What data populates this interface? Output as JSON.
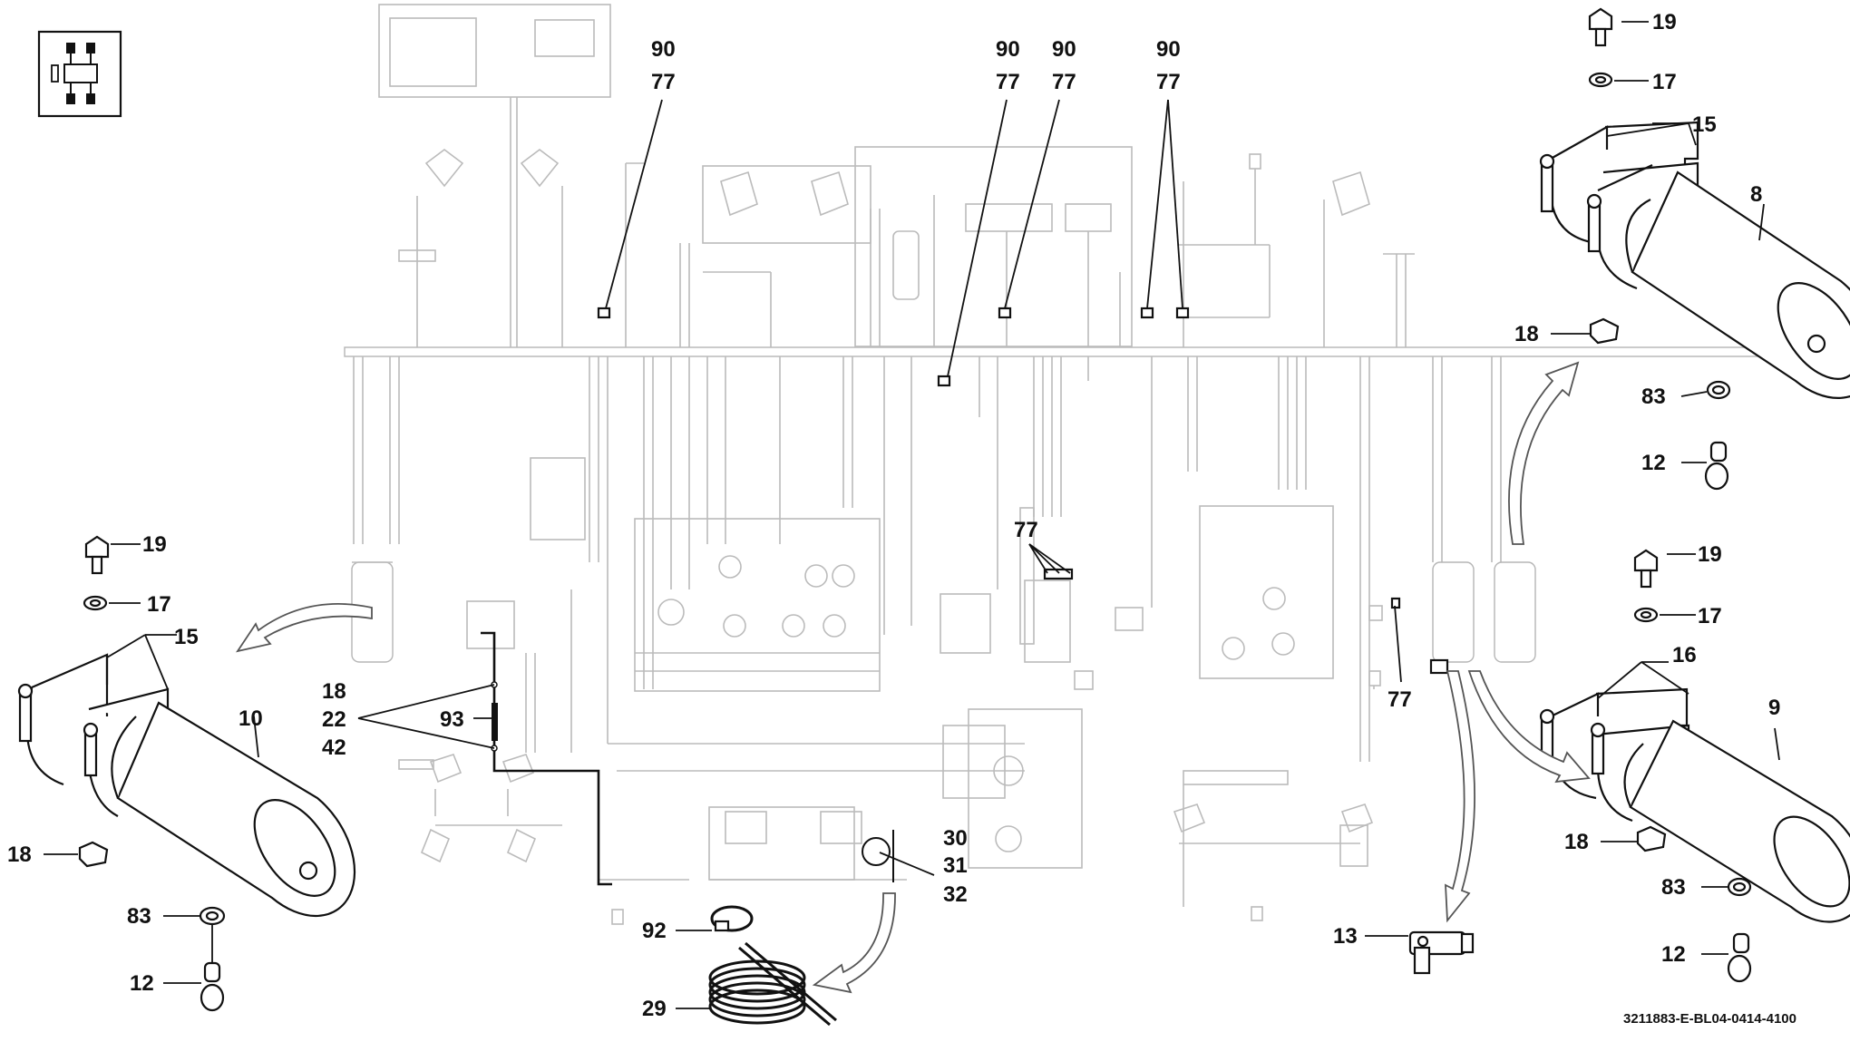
{
  "diagram": {
    "reference_code": "3211883-E-BL04-0414-4100",
    "icon": "axle-layout-icon",
    "callouts": {
      "top": [
        {
          "top": "90",
          "bottom": "77"
        },
        {
          "top": "90",
          "bottom": "77"
        },
        {
          "top": "90",
          "bottom": "77"
        },
        {
          "top": "90",
          "bottom": "77"
        }
      ],
      "right_upper": {
        "bolt": "19",
        "washer": "17",
        "clamp": "15",
        "tank": "8",
        "pad": "18",
        "seal": "83",
        "valve": "12"
      },
      "right_lower": {
        "bolt": "19",
        "washer": "17",
        "clamp": "16",
        "tank": "9",
        "pad": "18",
        "seal": "83",
        "valve": "12"
      },
      "left": {
        "bolt": "19",
        "washer": "17",
        "clamp": "15",
        "tank": "10",
        "pad": "18",
        "seal": "83",
        "valve": "12"
      },
      "connector_group": [
        "18",
        "22",
        "42"
      ],
      "line_section": "93",
      "coil_group": [
        "30",
        "31",
        "32"
      ],
      "hose_clamp": "92",
      "tubing_coil": "29",
      "tee_fitting": "13",
      "center_77": "77",
      "right_77": "77"
    }
  }
}
